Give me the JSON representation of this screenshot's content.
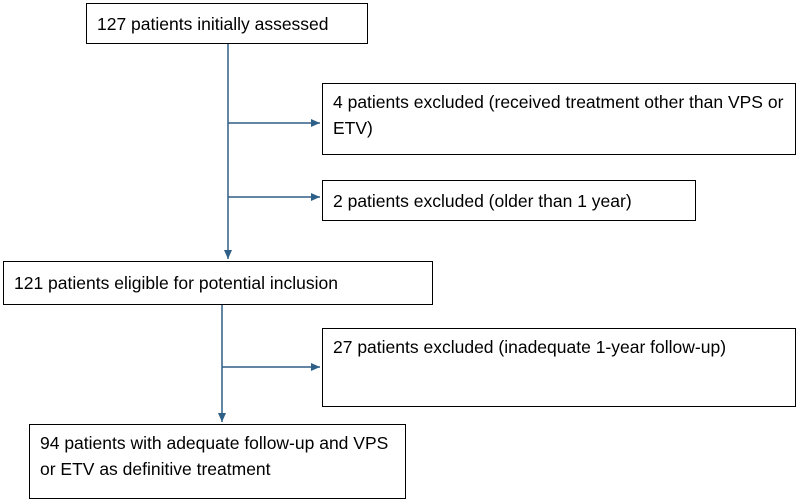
{
  "flow": {
    "assessed": "127 patients initially assessed",
    "excluded_treatment": "4 patients excluded (received treatment other than VPS or ETV)",
    "excluded_age": "2 patients excluded (older than 1 year)",
    "eligible": "121 patients eligible for potential inclusion",
    "excluded_followup": "27 patients excluded (inadequate 1-year follow-up)",
    "final": "94 patients with adequate follow-up and VPS or ETV as definitive treatment"
  },
  "colors": {
    "box_border": "#000000",
    "connector": "#2e5f86",
    "text": "#000000"
  }
}
